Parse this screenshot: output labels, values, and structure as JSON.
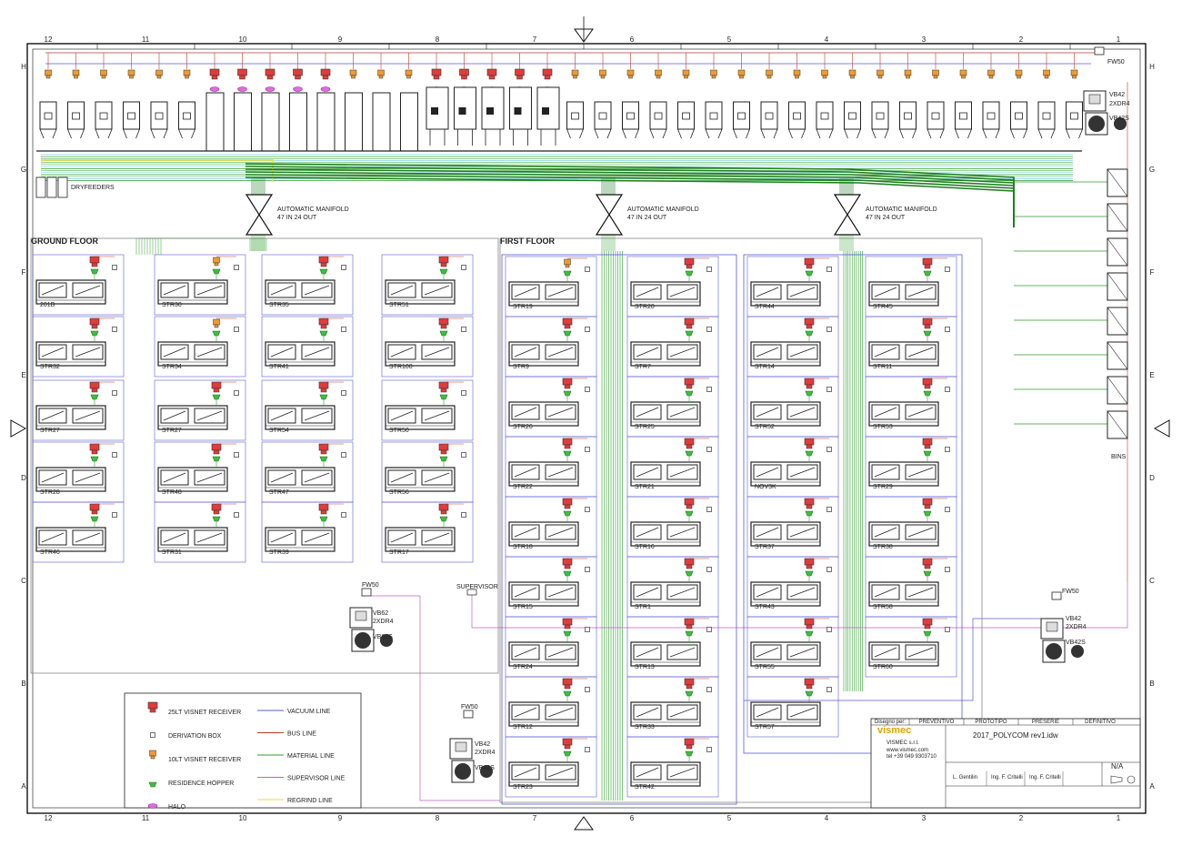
{
  "frame": {
    "col_numbers": [
      "12",
      "11",
      "10",
      "9",
      "8",
      "7",
      "6",
      "5",
      "4",
      "3",
      "2",
      "1"
    ],
    "row_letters": [
      "H",
      "G",
      "F",
      "E",
      "D",
      "C",
      "B",
      "A"
    ]
  },
  "labels": {
    "ground_floor": "GROUND FLOOR",
    "first_floor": "FIRST FLOOR",
    "dryfeeders": "DRYFEEDERS",
    "bins": "BINS",
    "manifold_line1": "AUTOMATIC MANIFOLD",
    "manifold_line2": "47 IN 24 OUT",
    "supervisor": "SUPERVISOR",
    "fw50": "FW50",
    "vb42": "VB42",
    "vb62": "VB62",
    "xdr4": "2XDR4",
    "vb42s": "VB42S",
    "vb62s": "VB62S"
  },
  "stations": {
    "ground": [
      [
        "201B",
        "STR30",
        "STR35",
        "STR51"
      ],
      [
        "STR32",
        "STR34",
        "STR41",
        "STR100"
      ],
      [
        "STR27",
        "STR27",
        "STR54",
        "STR50"
      ],
      [
        "STR28",
        "STR48",
        "STR47",
        "STR56"
      ],
      [
        "STR46",
        "STR31",
        "STR39",
        "STR17"
      ]
    ],
    "first_left": [
      [
        "STR19",
        "STR20"
      ],
      [
        "STR9",
        "STR7"
      ],
      [
        "STR26",
        "STR25"
      ],
      [
        "STR22",
        "STR21"
      ],
      [
        "STR18",
        "STR16"
      ],
      [
        "STR15",
        "STR1"
      ],
      [
        "STR24",
        "STR13"
      ],
      [
        "STR12",
        "STR33"
      ],
      [
        "STR23",
        "STR42"
      ]
    ],
    "first_right": [
      [
        "STR44",
        "STR45"
      ],
      [
        "STR14",
        "STR11"
      ],
      [
        "STR52",
        "STR53"
      ],
      [
        "NOV3K",
        "STR29"
      ],
      [
        "STR37",
        "STR38"
      ],
      [
        "STR43",
        "STR58"
      ],
      [
        "STR55",
        "STR60"
      ],
      [
        "STR57",
        ""
      ]
    ]
  },
  "legend": [
    {
      "symbol": "red-receiver",
      "label": "25LT VISNET RECEIVER"
    },
    {
      "symbol": "box",
      "label": "DERIVATION BOX"
    },
    {
      "symbol": "orange-receiver",
      "label": "10LT VISNET RECEIVER"
    },
    {
      "symbol": "hopper",
      "label": "RESIDENCE HOPPER"
    },
    {
      "symbol": "halo",
      "label": "HALO"
    }
  ],
  "line_legend": [
    {
      "label": "VACUUM LINE",
      "color": "#5b5bd6"
    },
    {
      "label": "BUS LINE",
      "color": "#c0392b"
    },
    {
      "label": "MATERIAL LINE",
      "color": "#2e9e2e"
    },
    {
      "label": "SUPERVISOR LINE",
      "color": "#c061c0"
    },
    {
      "label": "REGRIND LINE",
      "color": "#e5e03a"
    }
  ],
  "title_block": {
    "headers": [
      "PREVENTIVO",
      "PROTOTIPO",
      "PRESERIE",
      "DEFINITIVO"
    ],
    "drawing_for": "Disegno per:",
    "filename": "2017_POLYCOM rev1.idw",
    "company": "VISMEC s.r.l.",
    "website": "www.vismec.com",
    "phone": "tel +39 049 9303710",
    "logo_text": "vismec",
    "authors": [
      "L. Gentilin",
      "Ing. F. Critelli",
      "Ing. F. Critelli"
    ],
    "scale": "N/A"
  }
}
